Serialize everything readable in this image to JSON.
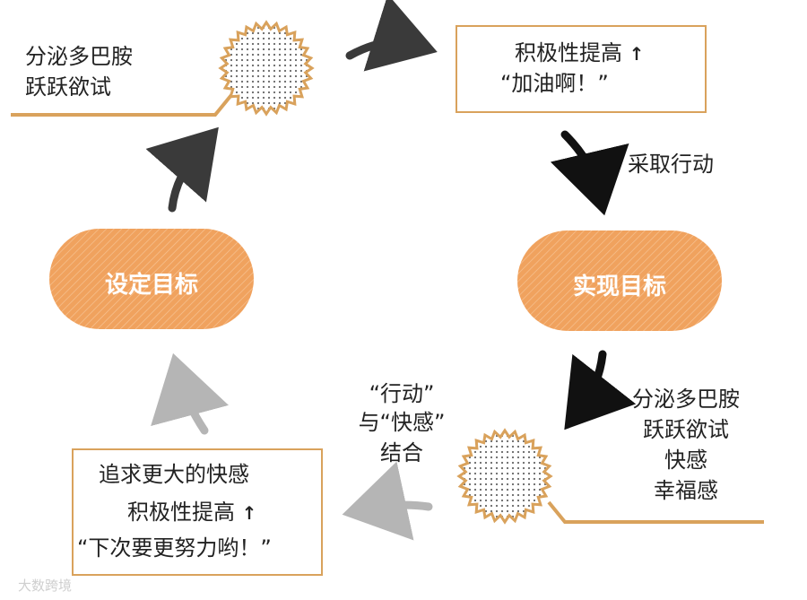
{
  "top_left": {
    "line1": "分泌多巴胺",
    "line2": "跃跃欲试"
  },
  "top_right": {
    "line1": "积极性提高",
    "up_arrow": "↑",
    "line2": "“加油啊！”"
  },
  "take_action": "采取行动",
  "set_goal": "设定目标",
  "achieve_goal": "实现目标",
  "combine": {
    "line1": "“行动”",
    "line2": "与“快感”",
    "line3": "结合"
  },
  "bottom_right": {
    "line1": "分泌多巴胺",
    "line2": "跃跃欲试",
    "line3": "快感",
    "line4": "幸福感"
  },
  "bottom_left": {
    "line1": "追求更大的快感",
    "line2": "积极性提高",
    "up_arrow": "↑",
    "line3": "“下次要更努力哟！”"
  },
  "watermark": "大数跨境",
  "colors": {
    "orange": "#f0a25e",
    "line": "#d9a25c",
    "dark_arrow": "#3a3a3a",
    "grey_arrow": "#b5b5b5",
    "dots": "#666666"
  }
}
